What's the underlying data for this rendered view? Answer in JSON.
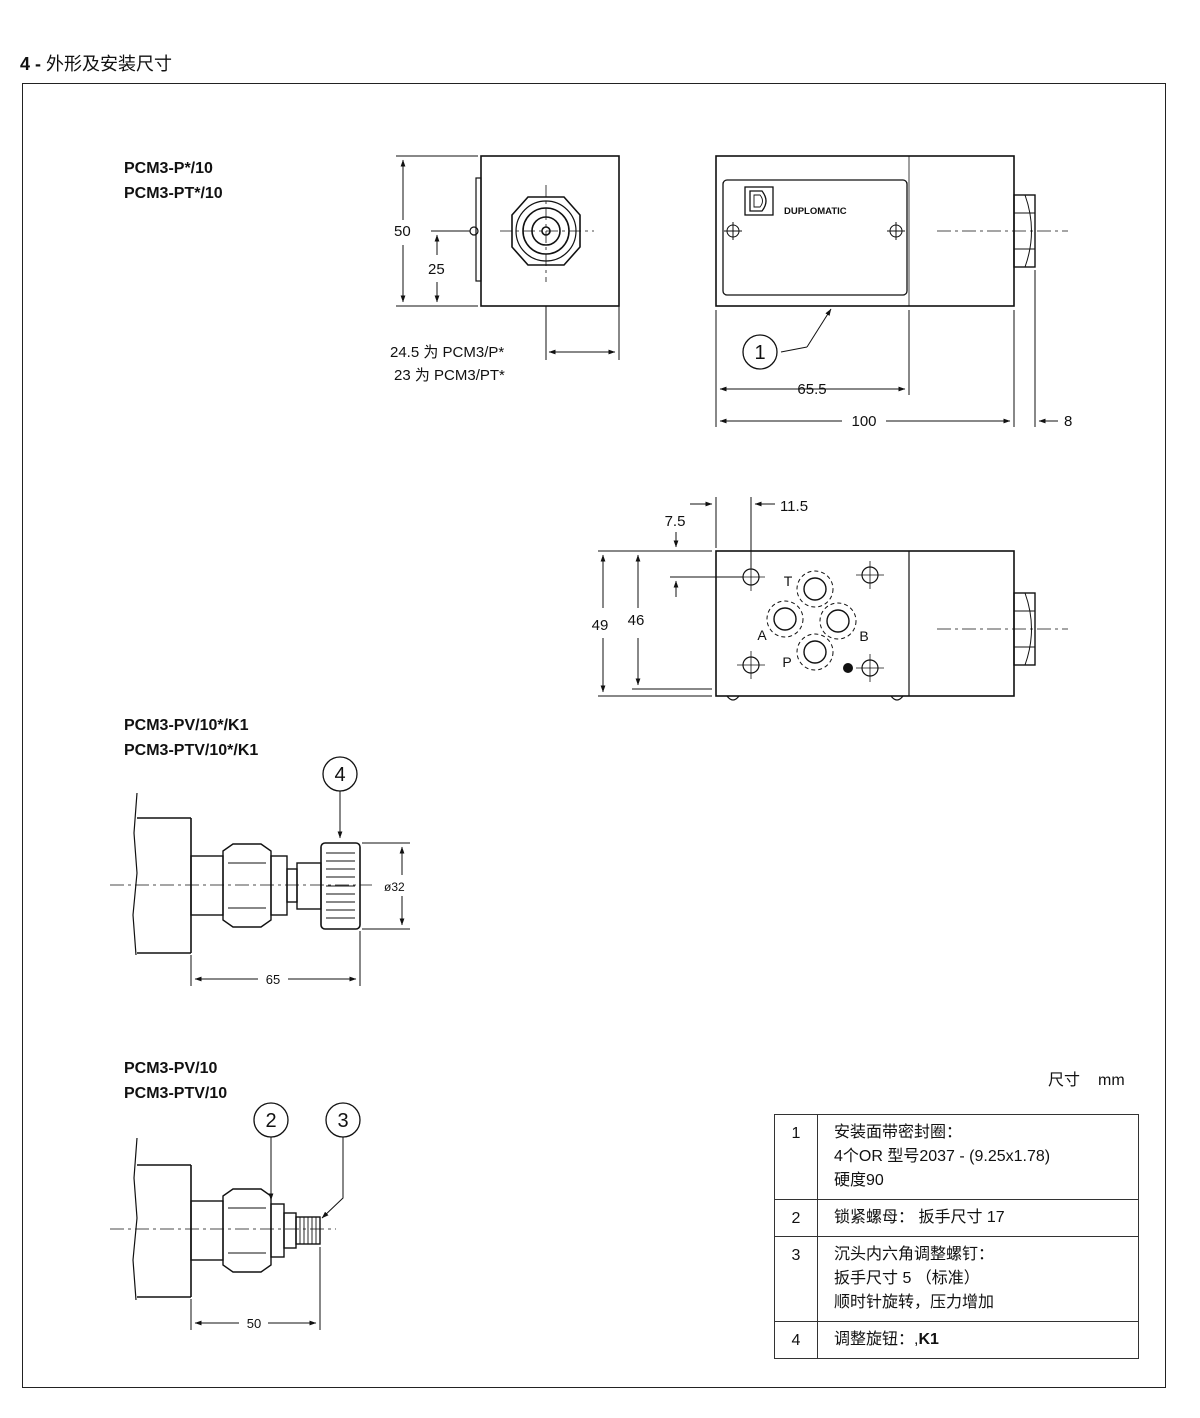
{
  "section": {
    "number": "4 -",
    "title": "外形及安装尺寸"
  },
  "models": {
    "top": [
      "PCM3-P*/10",
      "PCM3-PT*/10"
    ],
    "knob": [
      "PCM3-PV/10*/K1",
      "PCM3-PTV/10*/K1"
    ],
    "screw": [
      "PCM3-PV/10",
      "PCM3-PTV/10"
    ]
  },
  "brand": "DUPLOMATIC",
  "dimensions": {
    "height_50": "50",
    "height_25": "25",
    "offset_p": "24.5 为 PCM3/P*",
    "offset_pt": "23 为 PCM3/PT*",
    "len_65_5": "65.5",
    "len_100": "100",
    "len_8": "8",
    "d_11_5": "11.5",
    "d_7_5": "7.5",
    "h_49": "49",
    "h_46": "46",
    "knob_dia": "ø32",
    "len_65": "65",
    "len_50": "50"
  },
  "ports": {
    "T": "T",
    "A": "A",
    "B": "B",
    "P": "P"
  },
  "callouts": [
    "1",
    "2",
    "3",
    "4"
  ],
  "units": {
    "label": "尺寸",
    "value": "mm"
  },
  "legend": [
    {
      "num": "1",
      "lines": [
        "安装面带密封圈：",
        "4个OR 型号2037 - (9.25x1.78)",
        "硬度90"
      ]
    },
    {
      "num": "2",
      "lines": [
        "锁紧螺母： 扳手尺寸 17"
      ]
    },
    {
      "num": "3",
      "lines": [
        "沉头内六角调整螺钉：",
        "扳手尺寸 5 （标准）",
        "顺时针旋转，压力增加"
      ]
    },
    {
      "num": "4",
      "lines": [
        "调整旋钮：,",
        "K1"
      ]
    }
  ]
}
